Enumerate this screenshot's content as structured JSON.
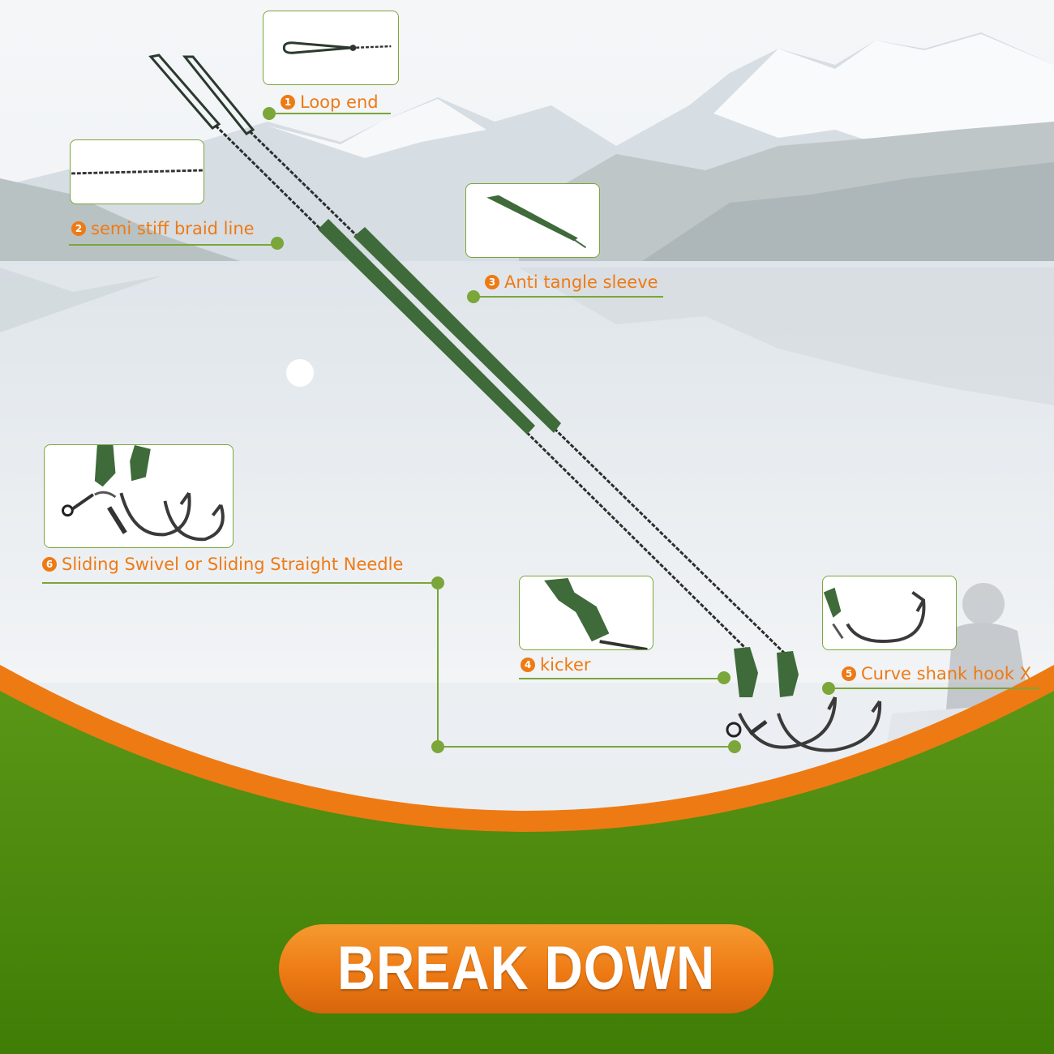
{
  "colors": {
    "accent_orange": "#ee7a14",
    "green": "#4c8708",
    "leader_green": "#7aa63a",
    "sleeve_green": "#3f6a3a"
  },
  "labels": [
    {
      "id": "loop-end",
      "number": "1",
      "text": "Loop end"
    },
    {
      "id": "braid-line",
      "number": "2",
      "text": "semi stiff braid line"
    },
    {
      "id": "anti-tangle",
      "number": "3",
      "text": "Anti tangle sleeve"
    },
    {
      "id": "kicker",
      "number": "4",
      "text": "kicker"
    },
    {
      "id": "hook",
      "number": "5",
      "text": "Curve shank hook X"
    },
    {
      "id": "swivel",
      "number": "6",
      "text": "Sliding Swivel or Sliding Straight Needle"
    }
  ],
  "banner": {
    "text": "BREAK DOWN"
  },
  "icons": [
    "loop-icon",
    "braid-icon",
    "sleeve-icon",
    "swivel-icon",
    "kicker-icon",
    "hook-icon",
    "dot-icon"
  ]
}
